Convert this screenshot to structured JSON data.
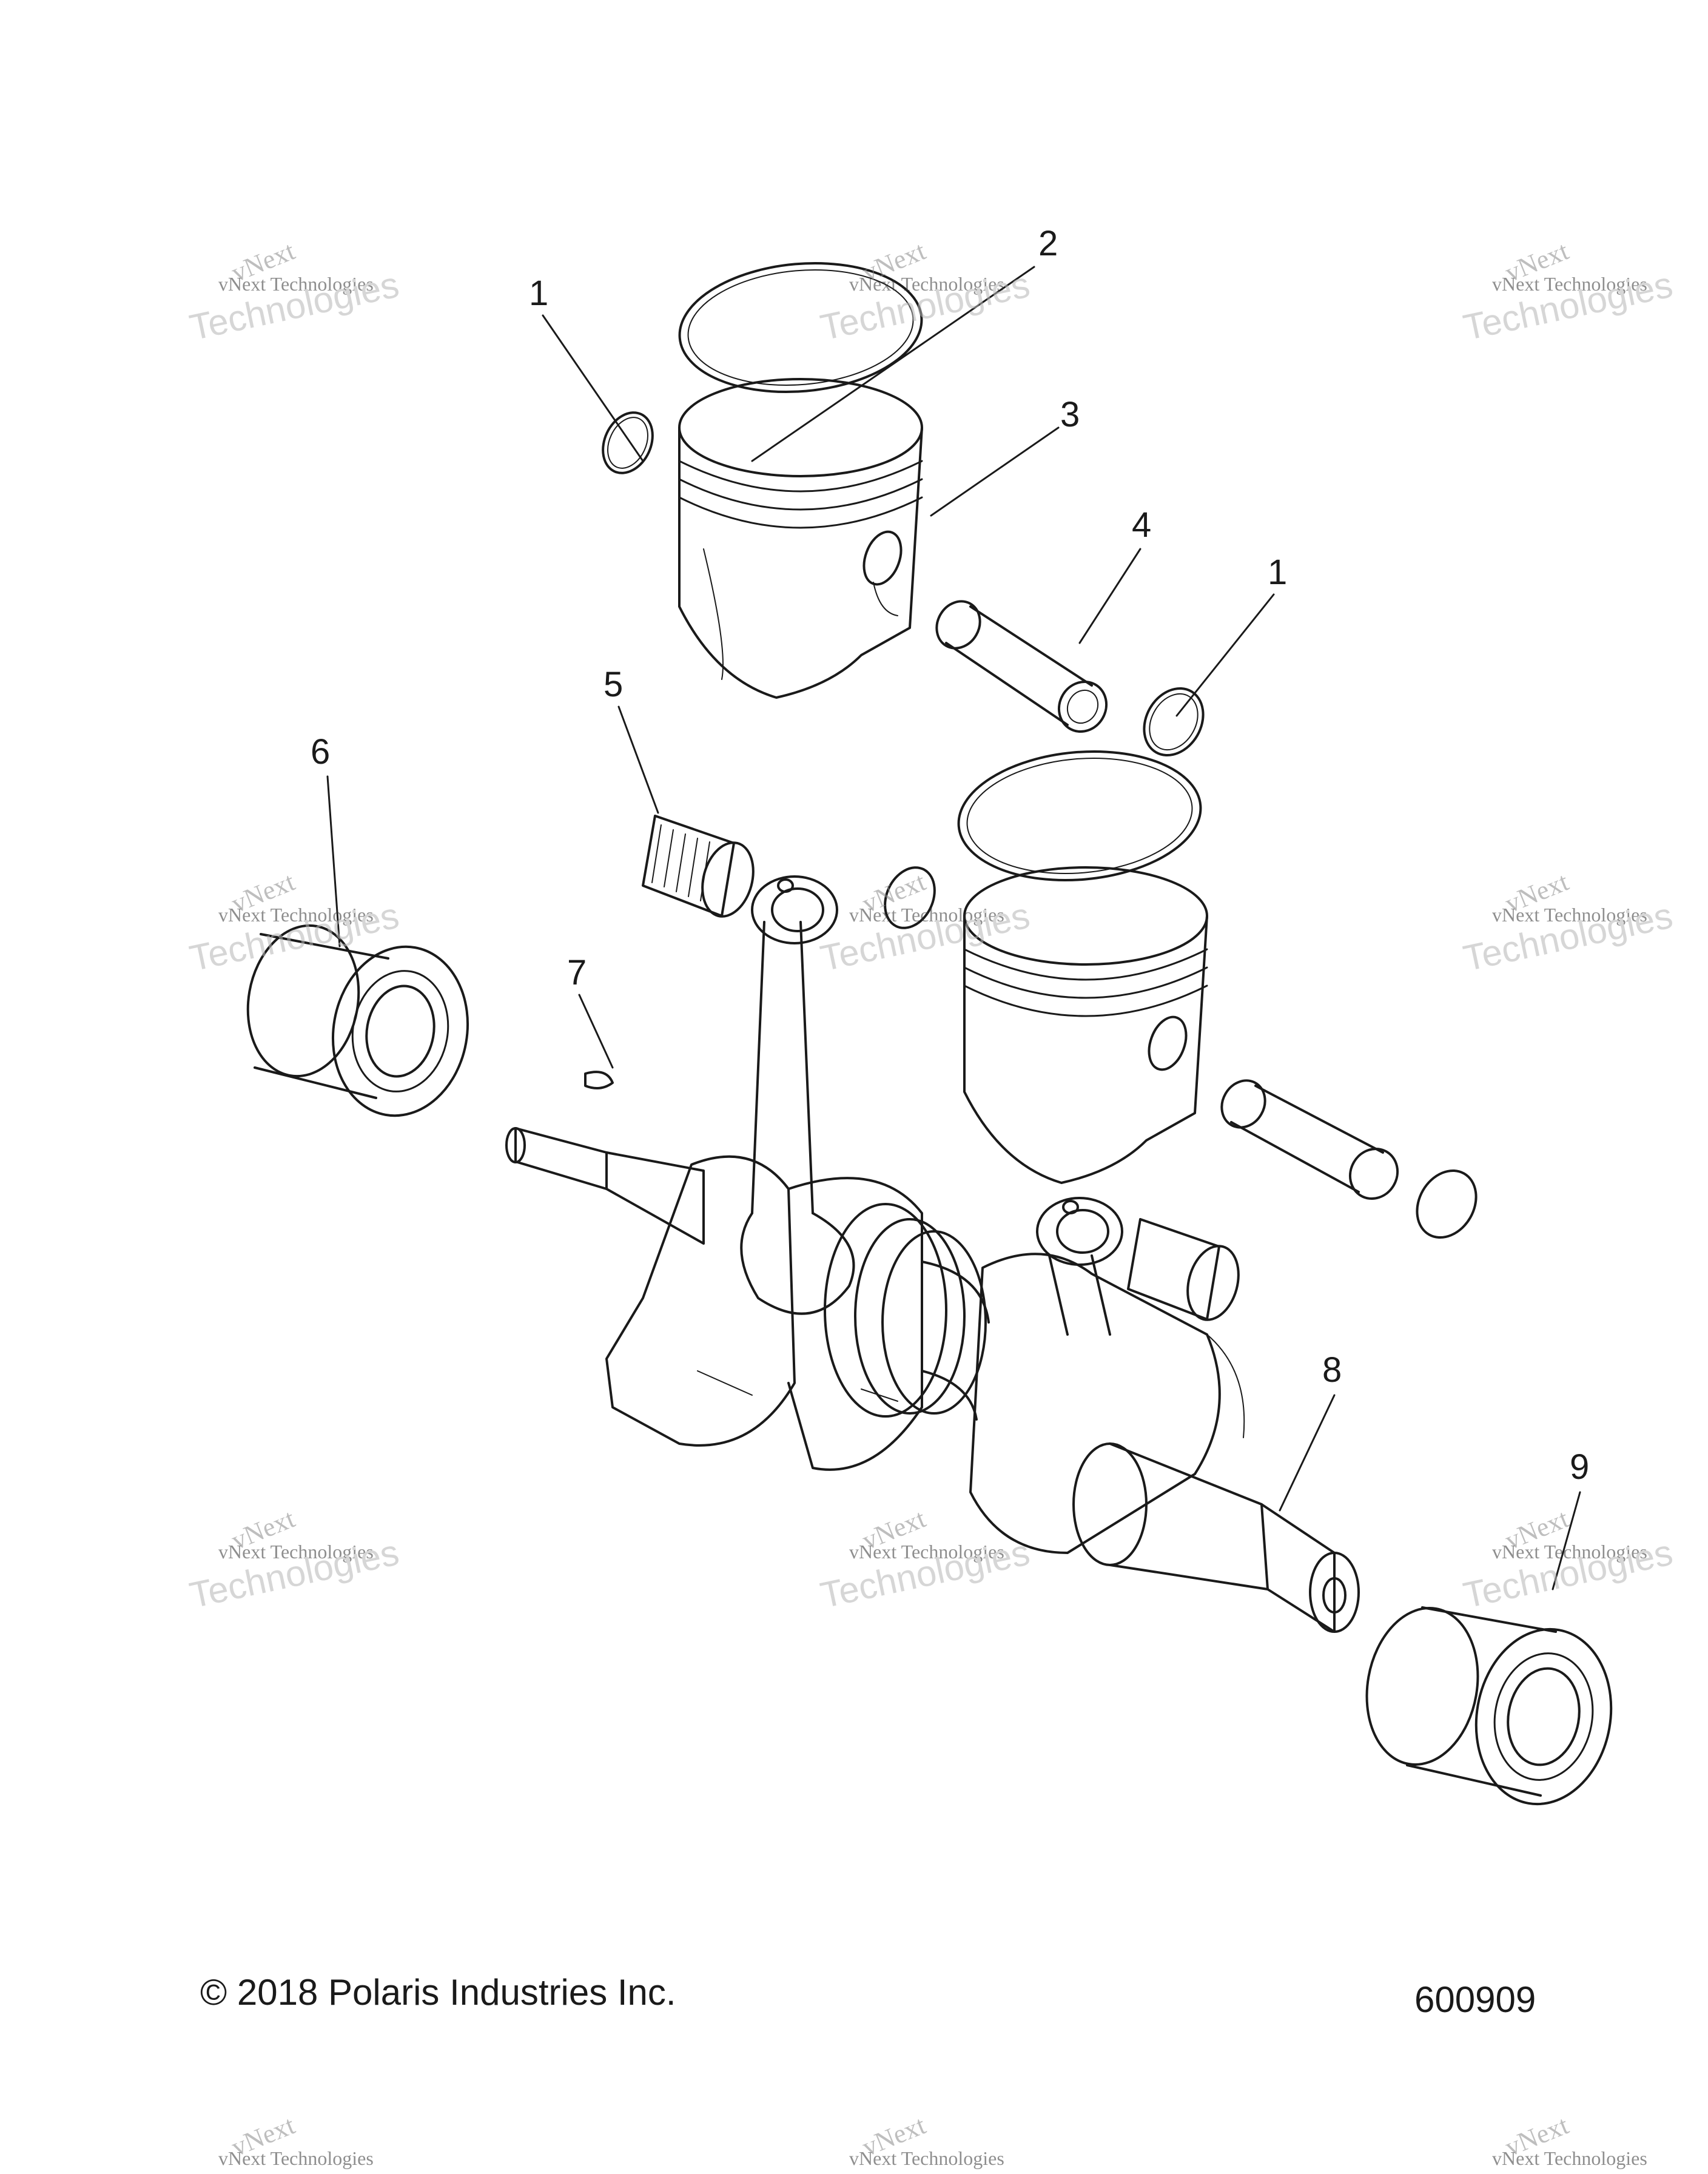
{
  "callouts": [
    {
      "id": "c1a",
      "label": "1"
    },
    {
      "id": "c2",
      "label": "2"
    },
    {
      "id": "c3",
      "label": "3"
    },
    {
      "id": "c4",
      "label": "4"
    },
    {
      "id": "c1b",
      "label": "1"
    },
    {
      "id": "c5",
      "label": "5"
    },
    {
      "id": "c6",
      "label": "6"
    },
    {
      "id": "c7",
      "label": "7"
    },
    {
      "id": "c8",
      "label": "8"
    },
    {
      "id": "c9",
      "label": "9"
    }
  ],
  "watermark": {
    "line_a": "vNext",
    "line_b": "vNext Technologies",
    "line_c": "Technologies"
  },
  "footer": {
    "copyright": "© 2018 Polaris Industries Inc.",
    "figure_number": "600909"
  }
}
